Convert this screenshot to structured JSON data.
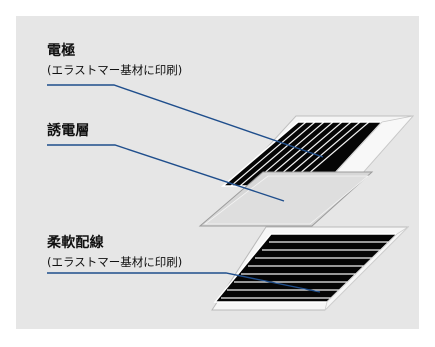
{
  "diagram": {
    "layers": [
      {
        "id": "electrode",
        "title": "電極",
        "subtitle": "(エラストマー基材に印刷)"
      },
      {
        "id": "dielectric",
        "title": "誘電層",
        "subtitle": ""
      },
      {
        "id": "flex-wiring",
        "title": "柔軟配線",
        "subtitle": "(エラストマー基材に印刷)"
      }
    ],
    "colors": {
      "panel": "#e6e6e6",
      "leader": "#1f4e8c",
      "electrode_pattern": "#050505",
      "substrate": "#f2f2f2",
      "dielectric": "#d7d7d7"
    }
  }
}
